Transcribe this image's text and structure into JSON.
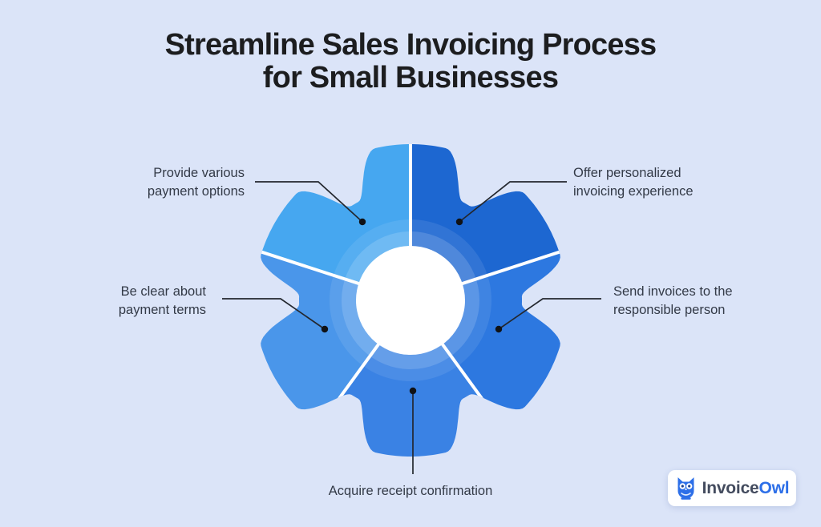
{
  "title": {
    "line1": "Streamline Sales Invoicing Process",
    "line2": "for Small Businesses"
  },
  "background_color": "#dbe4f8",
  "gear": {
    "divider_color": "#ffffff",
    "center_circle_color": "#ffffff",
    "segments": [
      {
        "id": "offer-personalized",
        "position": "top-right",
        "color": "#1d67d1",
        "label": "Offer personalized invoicing experience"
      },
      {
        "id": "send-invoices",
        "position": "right",
        "color": "#2d78e0",
        "label": "Send invoices to the responsible person"
      },
      {
        "id": "acquire-receipt",
        "position": "bottom",
        "color": "#3a82e4",
        "label": "Acquire receipt confirmation"
      },
      {
        "id": "be-clear",
        "position": "left",
        "color": "#4a96ea",
        "label": "Be clear about payment terms"
      },
      {
        "id": "provide-various",
        "position": "top-left",
        "color": "#46a7f0",
        "label": "Provide various payment options"
      }
    ]
  },
  "connector_color": "#23272e",
  "labels": {
    "provide_various": {
      "line1": "Provide various",
      "line2": "payment options"
    },
    "offer_personalized": {
      "line1": "Offer personalized",
      "line2": "invoicing experience"
    },
    "send_invoices": {
      "line1": "Send invoices to the",
      "line2": "responsible person"
    },
    "be_clear": {
      "line1": "Be clear about",
      "line2": "payment terms"
    },
    "acquire_receipt": {
      "line1": "Acquire receipt confirmation",
      "line2": ""
    }
  },
  "logo": {
    "name_part1": "Invoice",
    "name_part2": "Owl",
    "icon": "owl-icon",
    "accent_color": "#2d6fe8",
    "text_color": "#434b5e"
  }
}
